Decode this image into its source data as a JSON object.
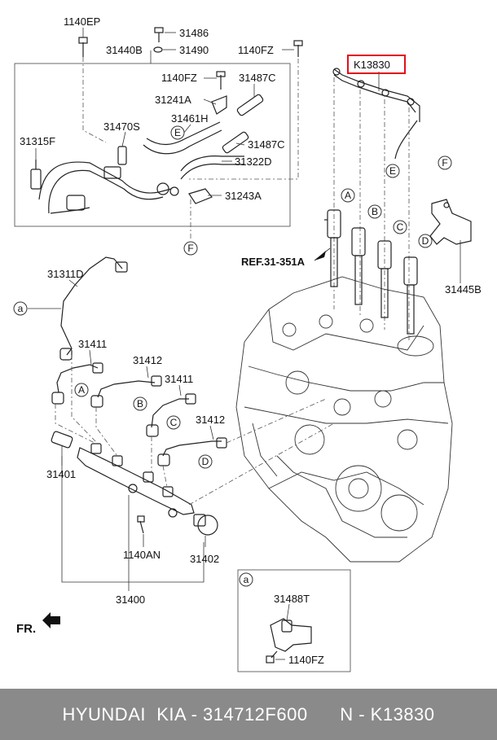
{
  "labels": {
    "p1140EP": "1140EP",
    "p31486": "31486",
    "p31490": "31490",
    "p31440B": "31440B",
    "p1140FZ_top": "1140FZ",
    "pK13830": "K13830",
    "p1140FZ_mid": "1140FZ",
    "p31487C_a": "31487C",
    "p31241A": "31241A",
    "p31470S": "31470S",
    "p31461H": "31461H",
    "p31315F": "31315F",
    "p31487C_b": "31487C",
    "p31322D": "31322D",
    "p31243A": "31243A",
    "pREF": "REF.31-351A",
    "p31445B": "31445B",
    "p31311D": "31311D",
    "p31411_a": "31411",
    "p31412_a": "31412",
    "p31411_b": "31411",
    "p31412_b": "31412",
    "p31401": "31401",
    "p1140AN": "1140AN",
    "p31402": "31402",
    "p31400": "31400",
    "p31488T": "31488T",
    "p1140FZ_inset": "1140FZ",
    "fr": "FR."
  },
  "callouts": {
    "A": "A",
    "B": "B",
    "C": "C",
    "D": "D",
    "E": "E",
    "F": "F",
    "a": "a"
  },
  "highlight_color": "#e0101a",
  "footer": {
    "text": "HYUNDAI  KIA - 314712F600      N - K13830"
  }
}
